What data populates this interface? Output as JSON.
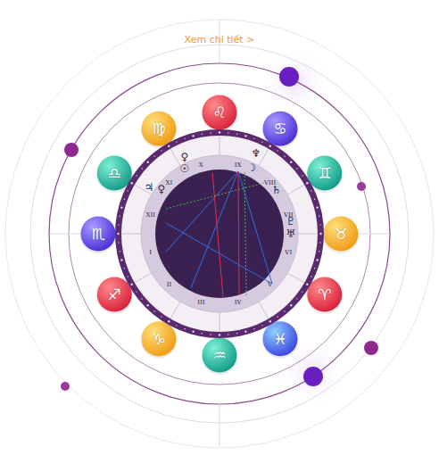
{
  "diagram": {
    "labels": [
      "Xem chi tiết >",
      "♌",
      "♋",
      "♊",
      "♉",
      "♈",
      "♓",
      "♒",
      "♑",
      "♐",
      "♏",
      "♎",
      "♍",
      "I",
      "II",
      "III",
      "IV",
      "V",
      "VI",
      "VII",
      "VIII",
      "IX",
      "X",
      "XI",
      "XII",
      "♀",
      "☉",
      "♃",
      "♀",
      "♆",
      "☽",
      "♄",
      "♇",
      "♅"
    ]
  }
}
